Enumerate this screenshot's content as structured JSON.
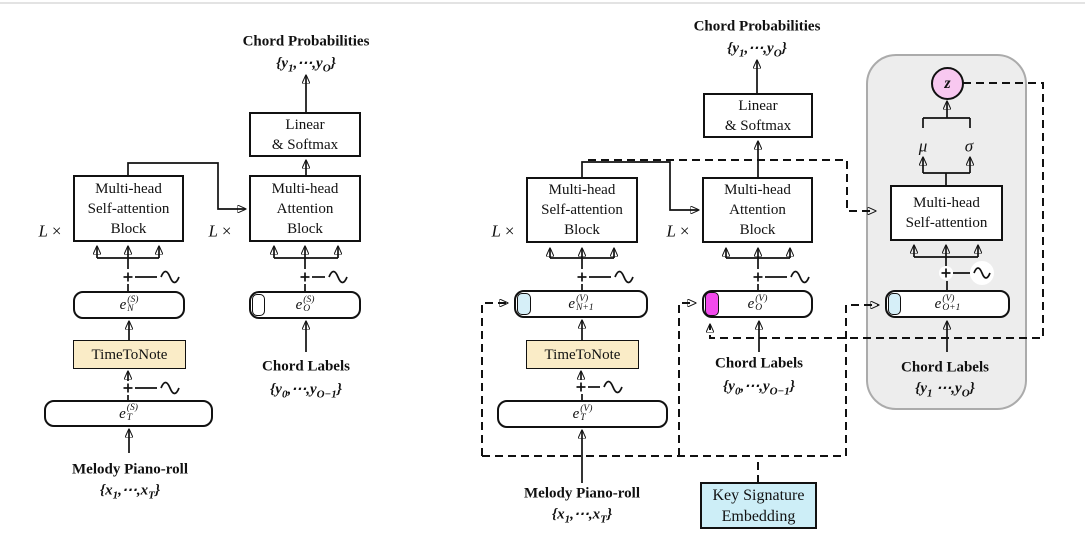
{
  "common": {
    "L": "L ",
    "times": "×"
  },
  "colors": {
    "timetonote": "#faecc7",
    "keysig": "#cdeef7",
    "cell_cyan": "#d6eff8",
    "cell_magenta": "#f24aec",
    "z_pink": "#f8c8f0",
    "panel_gray": "#ededed"
  },
  "left": {
    "title": "Chord Probabilities",
    "title_set": {
      "pre": "{y",
      "sub1": "1",
      "mid": ",⋯,y",
      "sub2": "O",
      "post": "}"
    },
    "linear": {
      "l1": "Linear",
      "l2": "& Softmax"
    },
    "selfattn": {
      "l1": "Multi-head",
      "l2": "Self-attention",
      "l3": "Block"
    },
    "attn": {
      "l1": "Multi-head",
      "l2": "Attention",
      "l3": "Block"
    },
    "e_n": {
      "base": "e",
      "sup": "(S)",
      "sub": "N"
    },
    "e_o": {
      "base": "e",
      "sup": "(S)",
      "sub": "O"
    },
    "e_t": {
      "base": "e",
      "sup": "(S)",
      "sub": "T"
    },
    "timetonote": "TimeToNote",
    "chord_labels": {
      "title": "Chord Labels",
      "set": {
        "pre": "{y",
        "sub1": "0",
        "mid": ",⋯,y",
        "sub2": "O−1",
        "post": "}"
      }
    },
    "melody": {
      "title": "Melody Piano-roll",
      "set": {
        "pre": "{x",
        "sub1": "1",
        "mid": ",⋯,x",
        "sub2": "T",
        "post": "}"
      }
    }
  },
  "right": {
    "title": "Chord Probabilities",
    "title_set": {
      "pre": "{y",
      "sub1": "1",
      "mid": ",⋯,y",
      "sub2": "O",
      "post": "}"
    },
    "linear": {
      "l1": "Linear",
      "l2": "& Softmax"
    },
    "selfattn": {
      "l1": "Multi-head",
      "l2": "Self-attention",
      "l3": "Block"
    },
    "attn": {
      "l1": "Multi-head",
      "l2": "Attention",
      "l3": "Block"
    },
    "e_n1": {
      "base": "e",
      "sup": "(V)",
      "sub": "N+1"
    },
    "e_o": {
      "base": "e",
      "sup": "(V)",
      "sub": "O"
    },
    "e_t": {
      "base": "e",
      "sup": "(V)",
      "sub": "T"
    },
    "timetonote": "TimeToNote",
    "chord_labels": {
      "title": "Chord Labels",
      "set": {
        "pre": "{y",
        "sub1": "0",
        "mid": ",⋯,y",
        "sub2": "O−1",
        "post": "}"
      }
    },
    "melody": {
      "title": "Melody Piano-roll",
      "set": {
        "pre": "{x",
        "sub1": "1",
        "mid": ",⋯,x",
        "sub2": "T",
        "post": "}"
      }
    },
    "keysig": {
      "l1": "Key Signature",
      "l2": "Embedding"
    }
  },
  "vae": {
    "z": "z",
    "mu": "μ",
    "sigma": "σ",
    "selfattn": {
      "l1": "Multi-head",
      "l2": "Self-attention"
    },
    "e_o1": {
      "base": "e",
      "sup": "(V)",
      "sub": "O+1"
    },
    "chord_labels": {
      "title": "Chord Labels",
      "set": {
        "pre": "{y",
        "sub1": "1",
        "mid": " ⋯,y",
        "sub2": "O",
        "post": "}"
      }
    }
  }
}
